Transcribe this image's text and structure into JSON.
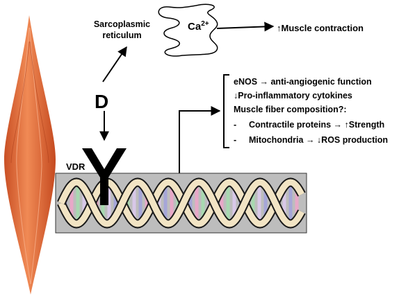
{
  "diagram": {
    "sarcoplasmic_reticulum": "Sarcoplasmic reticulum",
    "calcium": {
      "text": "Ca",
      "superscript": "2+"
    },
    "muscle_contraction": "↑Muscle contraction",
    "vitamin_d": "D",
    "receptor_label": "VDR",
    "effects": [
      "eNOS → anti-angiogenic function",
      "↓Pro-inflammatory cytokines",
      "Muscle fiber composition?:"
    ],
    "sub_effects": [
      {
        "bullet": "-",
        "text": "Contractile proteins → ↑Strength"
      },
      {
        "bullet": "-",
        "text": "Mitochondria → ↓ROS production"
      }
    ]
  },
  "colors": {
    "muscle": "#e8743b",
    "dna_box": "#bdbdbd",
    "dna_strand": "#f2e4c4",
    "base_pairs": [
      "#a6a6d8",
      "#e8a8c8",
      "#a8d8b0",
      "#d8c8e8"
    ]
  }
}
